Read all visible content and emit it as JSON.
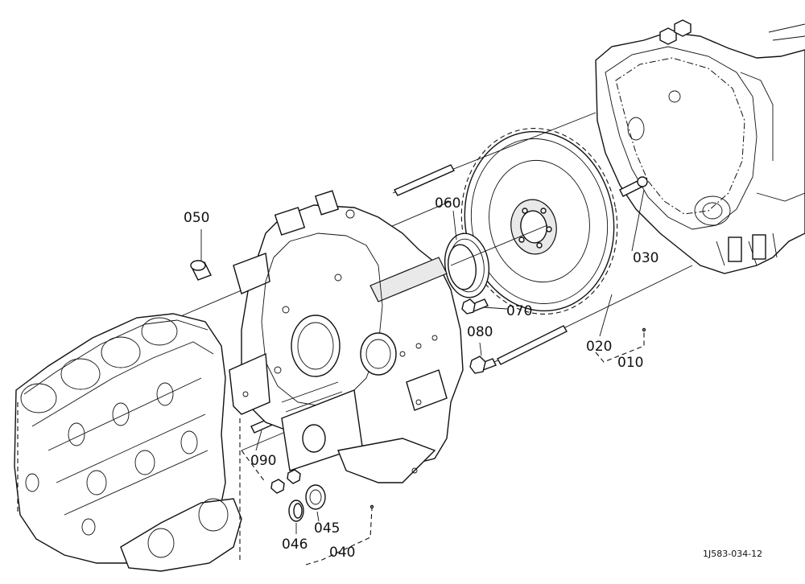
{
  "diagram": {
    "callouts": [
      {
        "id": "c010",
        "text": "010"
      },
      {
        "id": "c020",
        "text": "020"
      },
      {
        "id": "c030",
        "text": "030"
      },
      {
        "id": "c040",
        "text": "040"
      },
      {
        "id": "c045",
        "text": "045"
      },
      {
        "id": "c046",
        "text": "046"
      },
      {
        "id": "c050",
        "text": "050"
      },
      {
        "id": "c060",
        "text": "060"
      },
      {
        "id": "c070",
        "text": "070"
      },
      {
        "id": "c080",
        "text": "080"
      },
      {
        "id": "c090",
        "text": "090"
      }
    ],
    "figure_code": "1J583-034-12"
  }
}
